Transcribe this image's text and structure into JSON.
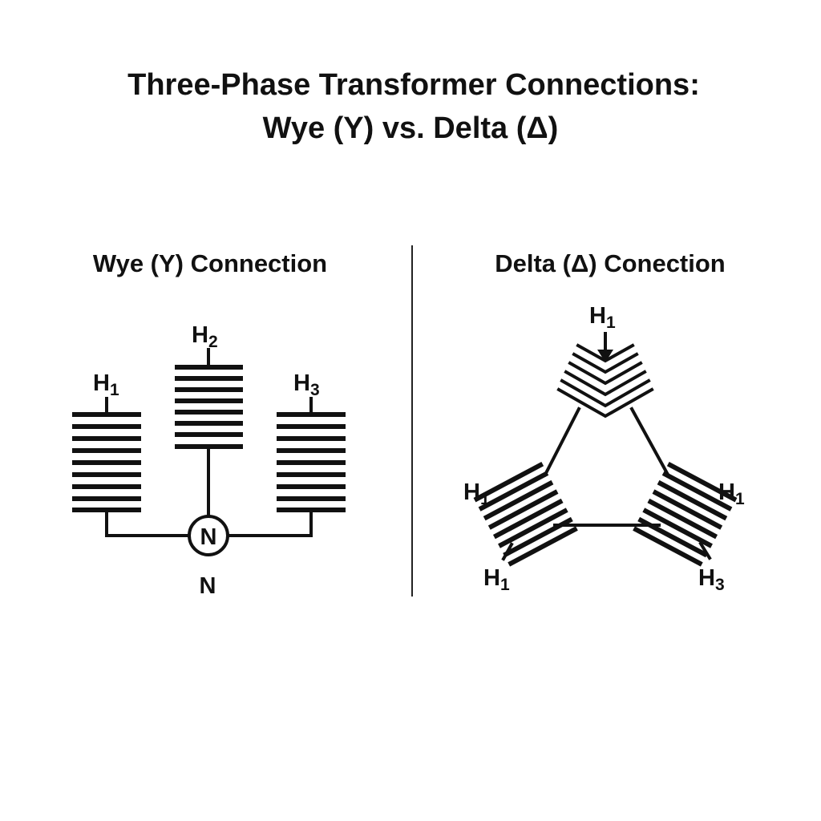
{
  "title": {
    "line1": "Three-Phase Transformer Connections:",
    "line2": "Wye (Y) vs. Delta (Δ)"
  },
  "wye": {
    "heading": "Wye (Y) Connection",
    "neutral_symbol": "N",
    "neutral_label": "N",
    "terminals": [
      {
        "main": "H",
        "sub": "1"
      },
      {
        "main": "H",
        "sub": "2"
      },
      {
        "main": "H",
        "sub": "3"
      }
    ]
  },
  "delta": {
    "heading": "Delta (Δ) Conection",
    "terminals": {
      "top": {
        "main": "H",
        "sub": "1"
      },
      "left_upper": {
        "main": "H",
        "sub": "1"
      },
      "left_lower": {
        "main": "H",
        "sub": "1"
      },
      "right_upper": {
        "main": "H",
        "sub": "1"
      },
      "right_lower": {
        "main": "H",
        "sub": "3"
      }
    }
  }
}
